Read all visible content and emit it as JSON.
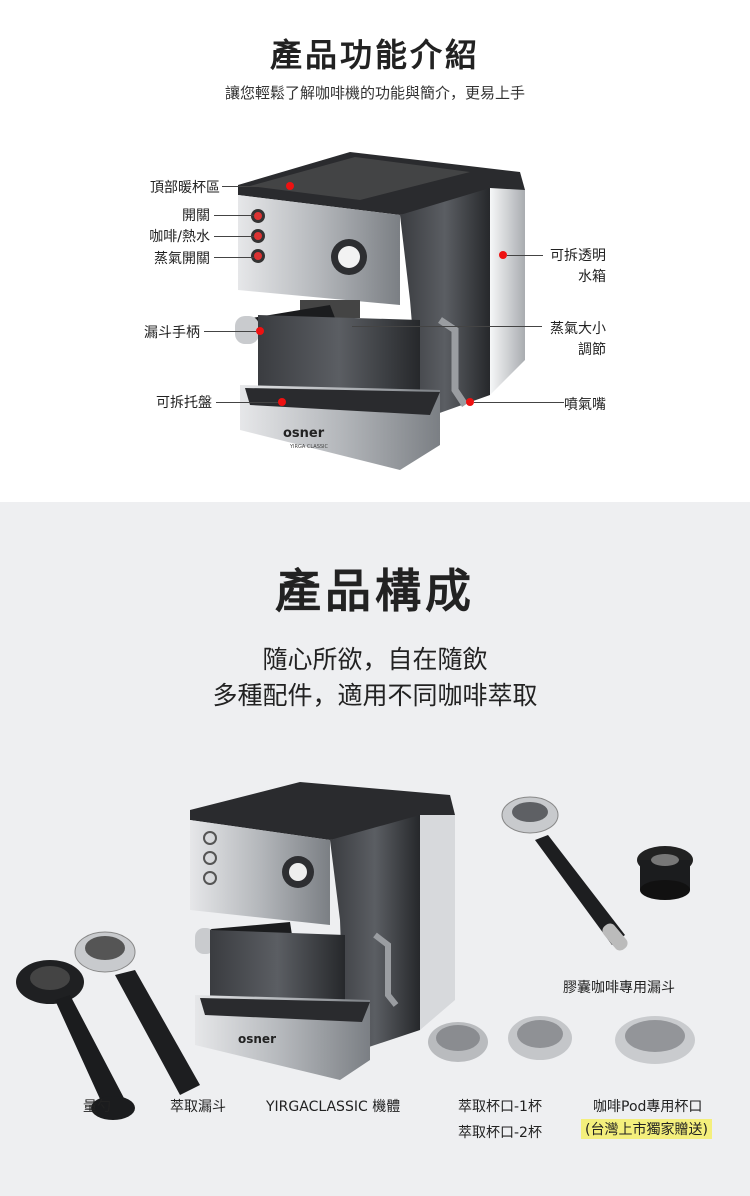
{
  "features": {
    "title": "產品功能介紹",
    "subtitle": "讓您輕鬆了解咖啡機的功能與簡介，更易上手",
    "labels": {
      "top_warmer": "頂部暖杯區",
      "switch": "開關",
      "coffee_water": "咖啡/熱水",
      "steam_switch": "蒸氣開關",
      "handle": "漏斗手柄",
      "drip_tray": "可拆托盤",
      "tank_1": "可拆透明",
      "tank_2": "水箱",
      "steam_adj_1": "蒸氣大小",
      "steam_adj_2": "調節",
      "nozzle": "噴氣嘴"
    },
    "brand": "osner",
    "brand_sub": "YIRGA CLASSIC"
  },
  "components": {
    "title": "產品構成",
    "line1": "隨心所欲，自在隨飲",
    "line2": "多種配件，適用不同咖啡萃取",
    "capsule_funnel": "膠囊咖啡專用漏斗",
    "spoon": "量勺",
    "funnel": "萃取漏斗",
    "body": "YIRGACLASSIC 機體",
    "cup1": "萃取杯口-1杯",
    "cup2": "萃取杯口-2杯",
    "pod_cup": "咖啡Pod專用杯口",
    "exclusive": "(台灣上市獨家贈送)"
  }
}
